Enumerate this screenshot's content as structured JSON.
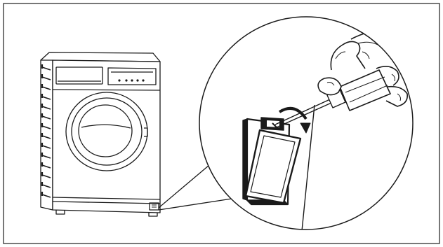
{
  "figure": {
    "subject": "washing-machine",
    "detail": "filter-cover-removal",
    "tool": "screwdriver",
    "action_arrow": "rotate-down",
    "stroke_color": "#1a1a1a",
    "background_color": "#ffffff",
    "frame_color": "#4a4a4a"
  }
}
